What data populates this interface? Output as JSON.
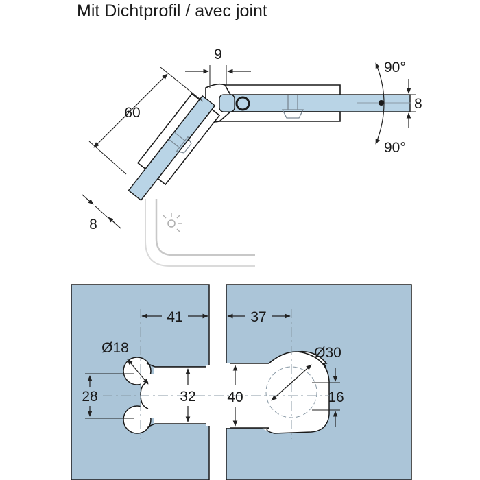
{
  "title": "Mit Dichtprofil / avec joint",
  "colors": {
    "glass": "#b9d4e6",
    "glass_panel": "#abc5d8",
    "metal": "#ffffff",
    "outline": "#1a1a1a",
    "dim_line": "#222222",
    "centerline": "#8a9aa6",
    "floor_line": "#c8c8c8"
  },
  "top_view": {
    "dim_hinge_width": "9",
    "dim_arm_length": "60",
    "dim_glass_left": "8",
    "dim_glass_right": "8",
    "angle_up": "90°",
    "angle_down": "90°"
  },
  "cutout_view": {
    "left_panel": {
      "dim_edge_to_center": "41",
      "dim_hole_diameter": "Ø18",
      "dim_hole_spacing": "28",
      "dim_notch_height": "32"
    },
    "right_panel": {
      "dim_edge_to_center": "37",
      "dim_hole_diameter": "Ø30",
      "dim_notch_height": "40",
      "dim_slot_offset": "16"
    }
  },
  "icons": [
    "shower-tray-icon"
  ]
}
